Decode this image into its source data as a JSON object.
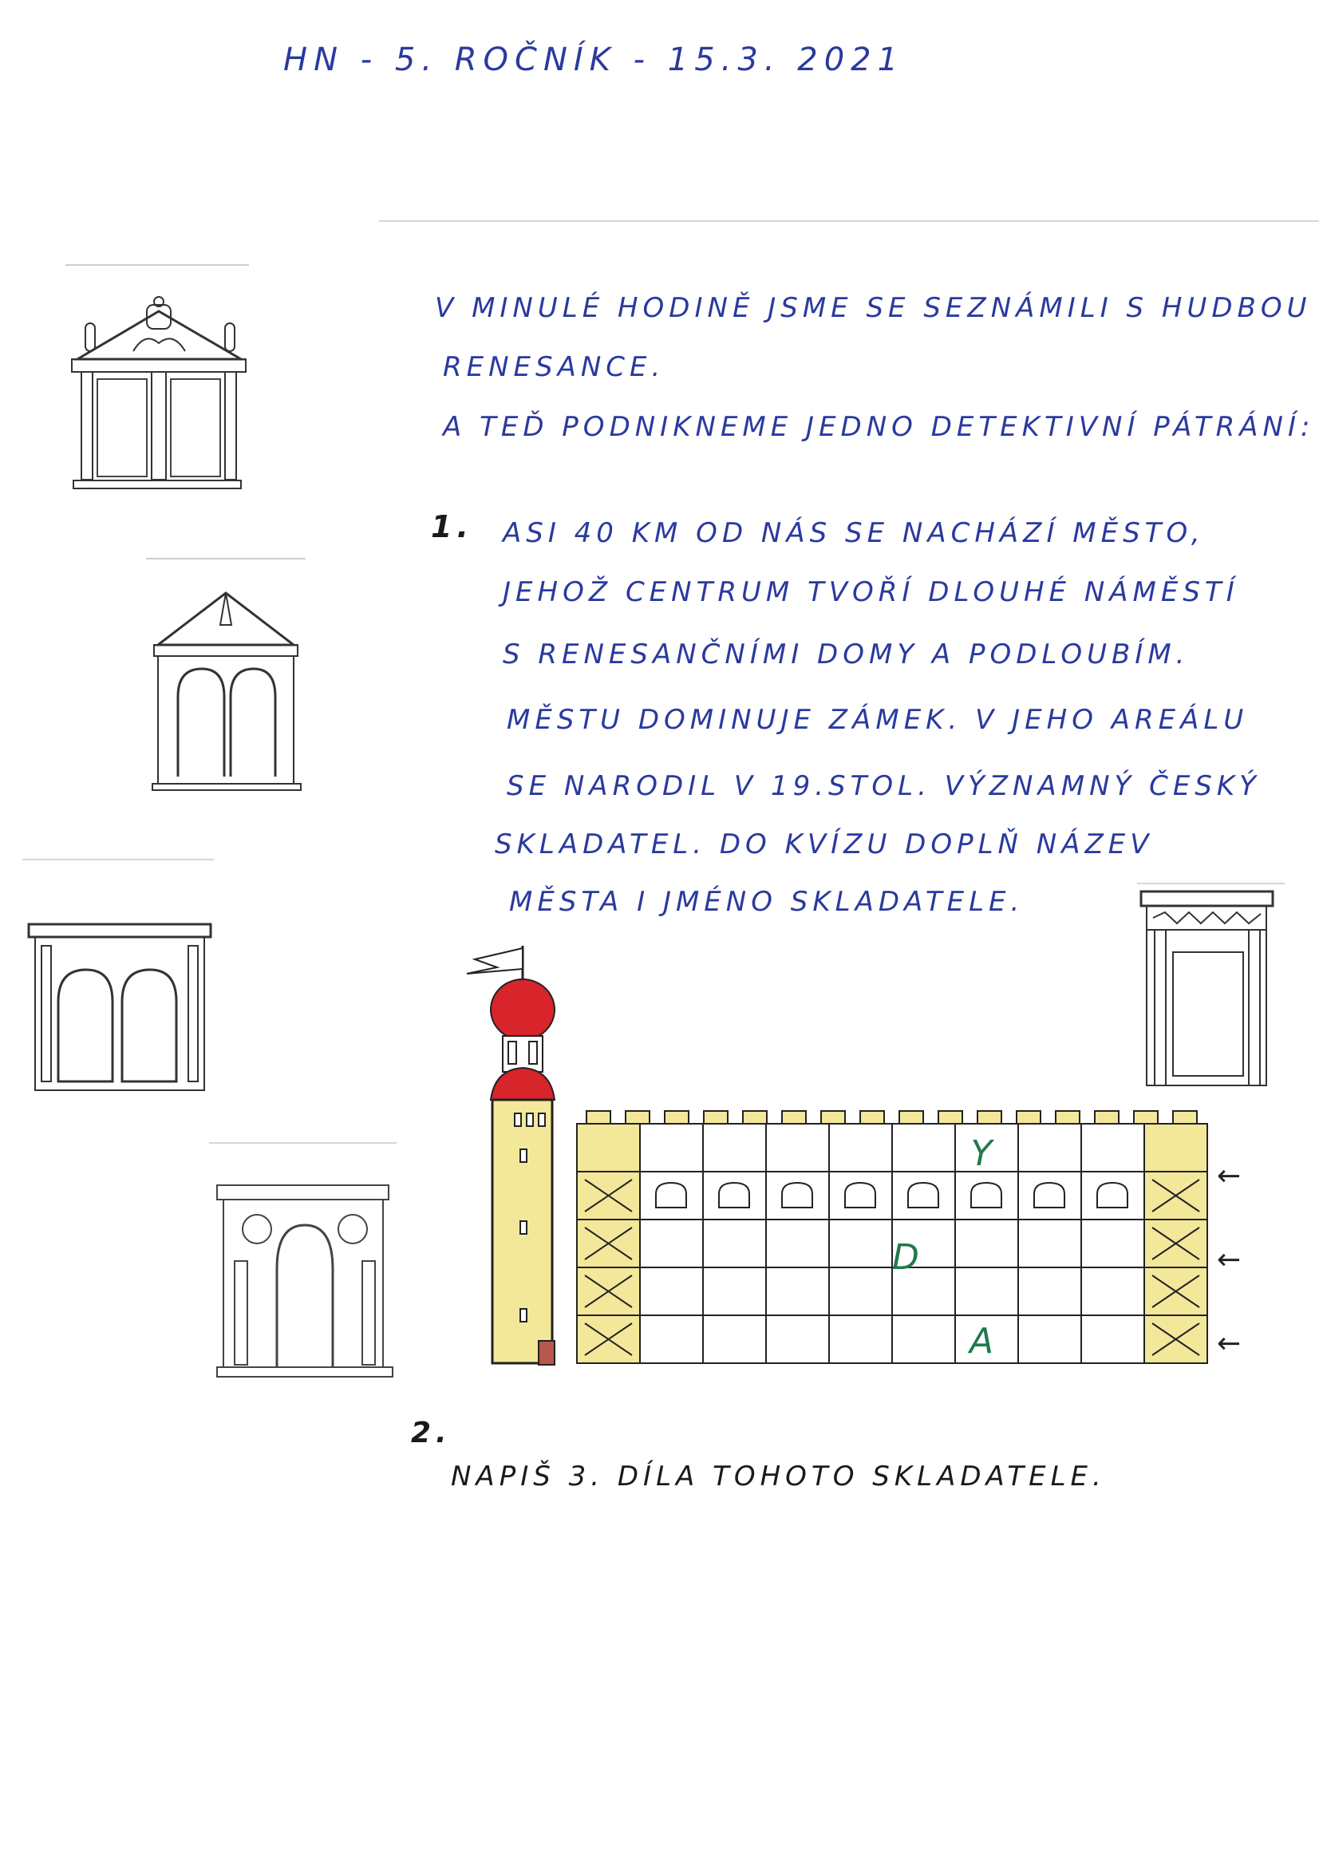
{
  "header": {
    "title": "HN - 5. ROČNÍK - 15.3. 2021"
  },
  "intro": {
    "line1": "V MINULÉ HODINĚ JSME SE SEZNÁMILI S HUDBOU",
    "line2": "RENESANCE.",
    "line3": "A TEĎ PODNIKNEME JEDNO DETEKTIVNÍ PÁTRÁNÍ:"
  },
  "task1": {
    "number": "1.",
    "lines": [
      "ASI 40 KM OD NÁS SE NACHÁZÍ MĚSTO,",
      "JEHOŽ CENTRUM TVOŘÍ DLOUHÉ NÁMĚSTÍ",
      "S RENESANČNÍMI DOMY A PODLOUBÍM.",
      "MĚSTU DOMINUJE ZÁMEK. V JEHO AREÁLU",
      "SE NARODIL V 19.STOL. VÝZNAMNÝ ČESKÝ",
      "SKLADATEL. DO KVÍZU DOPLŇ NÁZEV",
      "MĚSTA I JMÉNO SKLADATELE."
    ]
  },
  "puzzle": {
    "letters": [
      "Y",
      "D",
      "A"
    ],
    "arrow_glyph": "←",
    "colors": {
      "tower_yellow": "#f3e79a",
      "dome_red": "#d8242b",
      "letter_green": "#1f7a4c"
    }
  },
  "task2": {
    "number": "2.",
    "text": "NAPIŠ 3. DÍLA TOHOTO SKLADATELE."
  }
}
